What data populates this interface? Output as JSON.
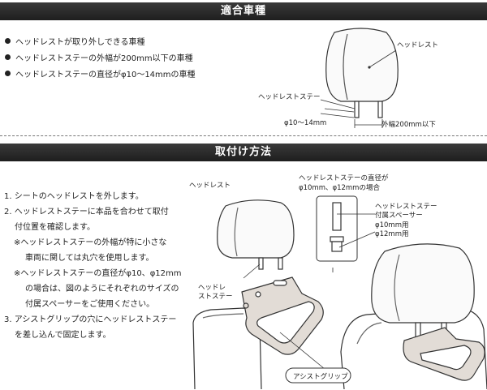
{
  "sections": {
    "compatible_title": "適合車種",
    "install_title": "取付け方法"
  },
  "compatible": {
    "bullets": [
      "ヘッドレストが取り外しできる車種",
      "ヘッドレストステーの外幅が200mm以下の車種",
      "ヘッドレストステーの直径がφ10〜14mmの車種"
    ],
    "diagram": {
      "headrest_label": "ヘッドレスト",
      "stay_label": "ヘッドレストステー",
      "diameter_label": "φ10〜14mm",
      "width_label": "外幅200mm以下"
    }
  },
  "install": {
    "steps": [
      {
        "text": "1. シートのヘッドレストを外します。",
        "indent": 0
      },
      {
        "text": "2. ヘッドレストステーに本品を合わせて取付",
        "indent": 0
      },
      {
        "text": "付位置を確認します。",
        "indent": 1
      },
      {
        "text": "※ヘッドレストステーの外幅が特に小さな",
        "indent": 2
      },
      {
        "text": "車両に関しては丸穴を使用します。",
        "indent": 3
      },
      {
        "text": "※ヘッドレストステーの直径がφ10、φ12mm",
        "indent": 2
      },
      {
        "text": "の場合は、図のようにそれぞれのサイズの",
        "indent": 3
      },
      {
        "text": "付属スペーサーをご使用ください。",
        "indent": 3
      },
      {
        "text": "3. アシストグリップの穴にヘッドレストステー",
        "indent": 0
      },
      {
        "text": "を差し込んで固定します。",
        "indent": 1
      }
    ],
    "diagram": {
      "headrest_label": "ヘッドレスト",
      "stay_label_line1": "ヘッドレ",
      "stay_label_line2": "ストステー",
      "diameter_note_line1": "ヘッドレストステーの直径が",
      "diameter_note_line2": "φ10mm、φ12mmの場合",
      "spacer_label_line1": "ヘッドレストステー",
      "spacer_label_line2": "付属スペーサー",
      "spacer_10": "φ10mm用",
      "spacer_12": "φ12mm用",
      "grip_label": "アシストグリップ"
    }
  }
}
